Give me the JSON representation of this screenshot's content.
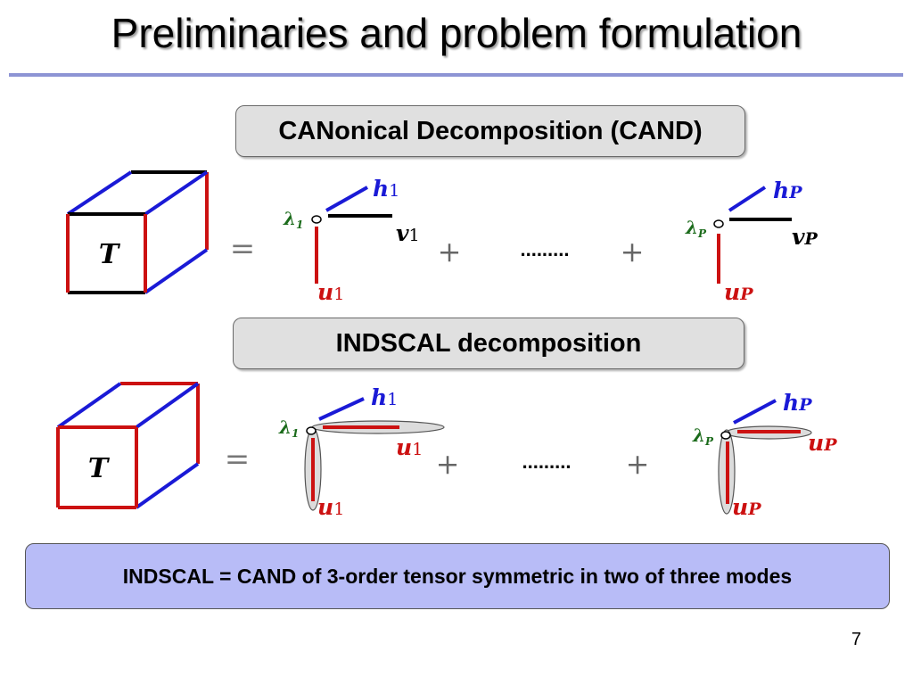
{
  "slide": {
    "title": "Preliminaries and problem formulation",
    "cand_label": "CANonical Decomposition (CAND)",
    "indscal_label": "INDSCAL decomposition",
    "summary": "INDSCAL = CAND of 3-order tensor symmetric in two of three modes",
    "page_number": "7"
  },
  "diagram": {
    "tensor": "T",
    "equals": "=",
    "plus": "+",
    "dots": ".........",
    "lambda": "λ",
    "h": "h",
    "v": "v",
    "u": "u",
    "index_first": "1",
    "index_last": "P"
  },
  "colors": {
    "red": "#cc1111",
    "blue": "#1a1ad6",
    "black": "#000000",
    "green": "#1b6b1b",
    "accent": "#8d94d4"
  }
}
